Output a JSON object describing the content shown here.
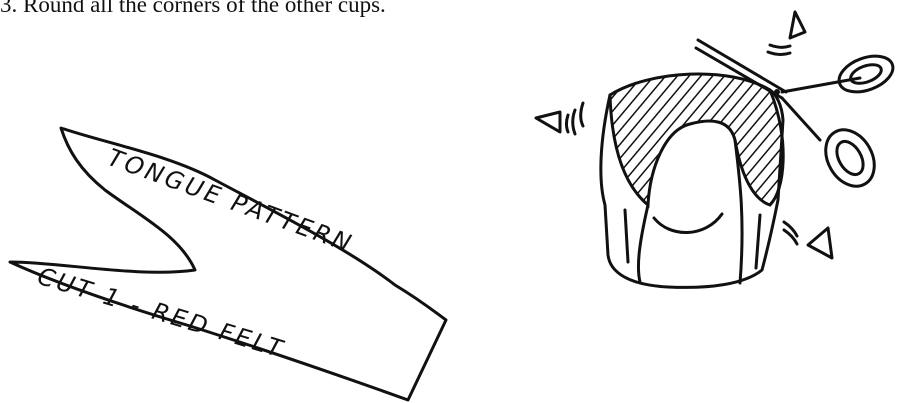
{
  "instruction": "3.  Round all the corners of the other cups.",
  "tongue_pattern": {
    "line1": "TONGUE PATTERN",
    "line2": "CUT 1 - RED FELT"
  },
  "icons": {
    "pattern": "tongue-pattern-shape",
    "cup": "egg-carton-cup-illustration",
    "scissors": "scissors-icon"
  },
  "colors": {
    "ink": "#111111",
    "paper": "#ffffff"
  }
}
